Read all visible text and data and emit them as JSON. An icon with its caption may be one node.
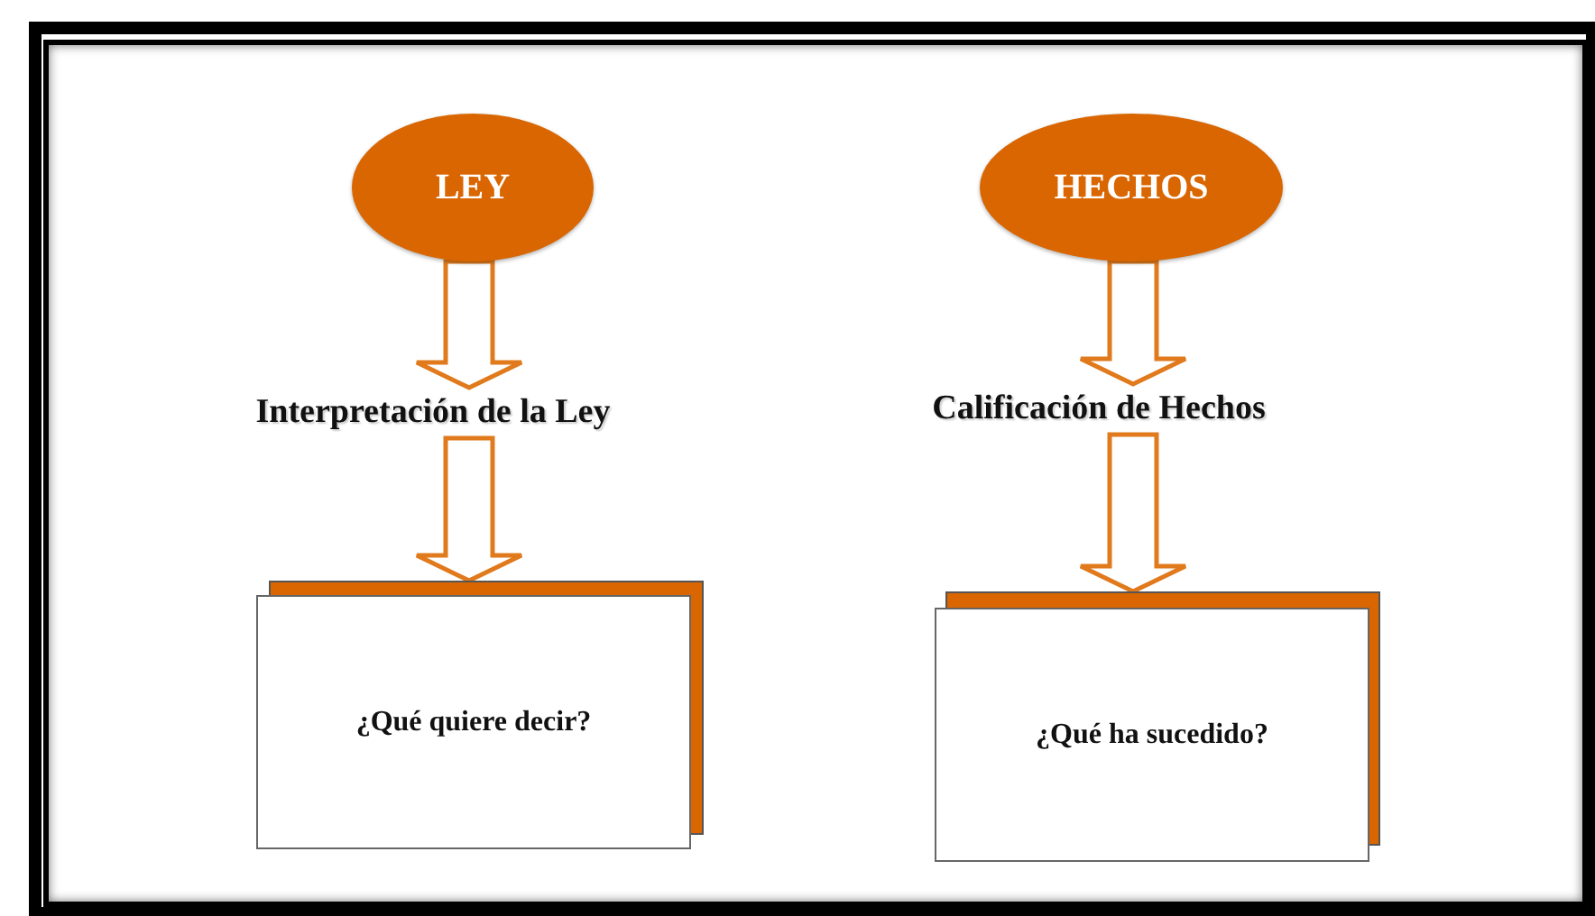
{
  "diagram": {
    "nodes": [
      {
        "text": [
          "LEY"
        ]
      },
      {
        "text": [
          "HECHOS"
        ]
      },
      {
        "text": [
          "Interpretación de la Ley"
        ]
      },
      {
        "text": [
          "Calificación de Hechos"
        ]
      },
      {
        "text": [
          "¿Qué quiere decir?"
        ]
      },
      {
        "text": [
          "¿Qué ha sucedido?"
        ]
      }
    ],
    "edges": [
      {
        "from": 0,
        "to": 2,
        "arrow": "to"
      },
      {
        "from": 2,
        "to": 4,
        "arrow": "to"
      },
      {
        "from": 1,
        "to": 3,
        "arrow": "to"
      },
      {
        "from": 3,
        "to": 5,
        "arrow": "to"
      }
    ]
  }
}
